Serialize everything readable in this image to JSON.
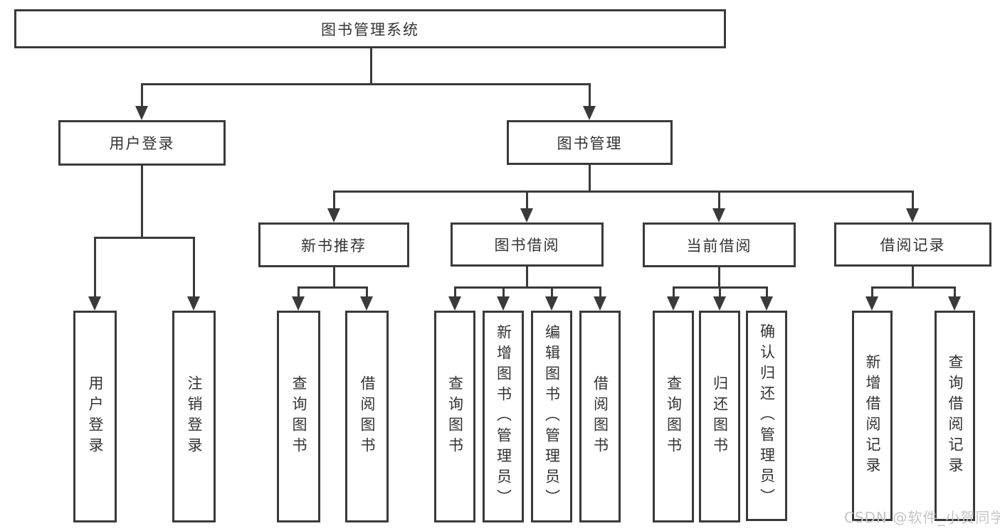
{
  "diagram": {
    "root": {
      "label": "图书管理系统"
    },
    "level1": [
      {
        "label": "用户登录"
      },
      {
        "label": "图书管理"
      }
    ],
    "level2": [
      {
        "label": "新书推荐"
      },
      {
        "label": "图书借阅"
      },
      {
        "label": "当前借阅"
      },
      {
        "label": "借阅记录"
      }
    ],
    "leaves": [
      {
        "label": "用户登录"
      },
      {
        "label": "注销登录"
      },
      {
        "label": "查询图书"
      },
      {
        "label": "借阅图书"
      },
      {
        "label": "查询图书"
      },
      {
        "label": "新增图书（管理员）"
      },
      {
        "label": "编辑图书（管理员）"
      },
      {
        "label": "借阅图书"
      },
      {
        "label": "查询图书"
      },
      {
        "label": "归还图书"
      },
      {
        "label": "确认归还（管理员）"
      },
      {
        "label": "新增借阅记录"
      },
      {
        "label": "查询借阅记录"
      }
    ]
  },
  "watermark": {
    "text": "CSDN @软件_小贺同学"
  },
  "colors": {
    "line": "#3a3a3a",
    "text": "#333333",
    "box_fill": "#ffffff",
    "background": "#ffffff",
    "watermark": "#c4c4c4"
  }
}
